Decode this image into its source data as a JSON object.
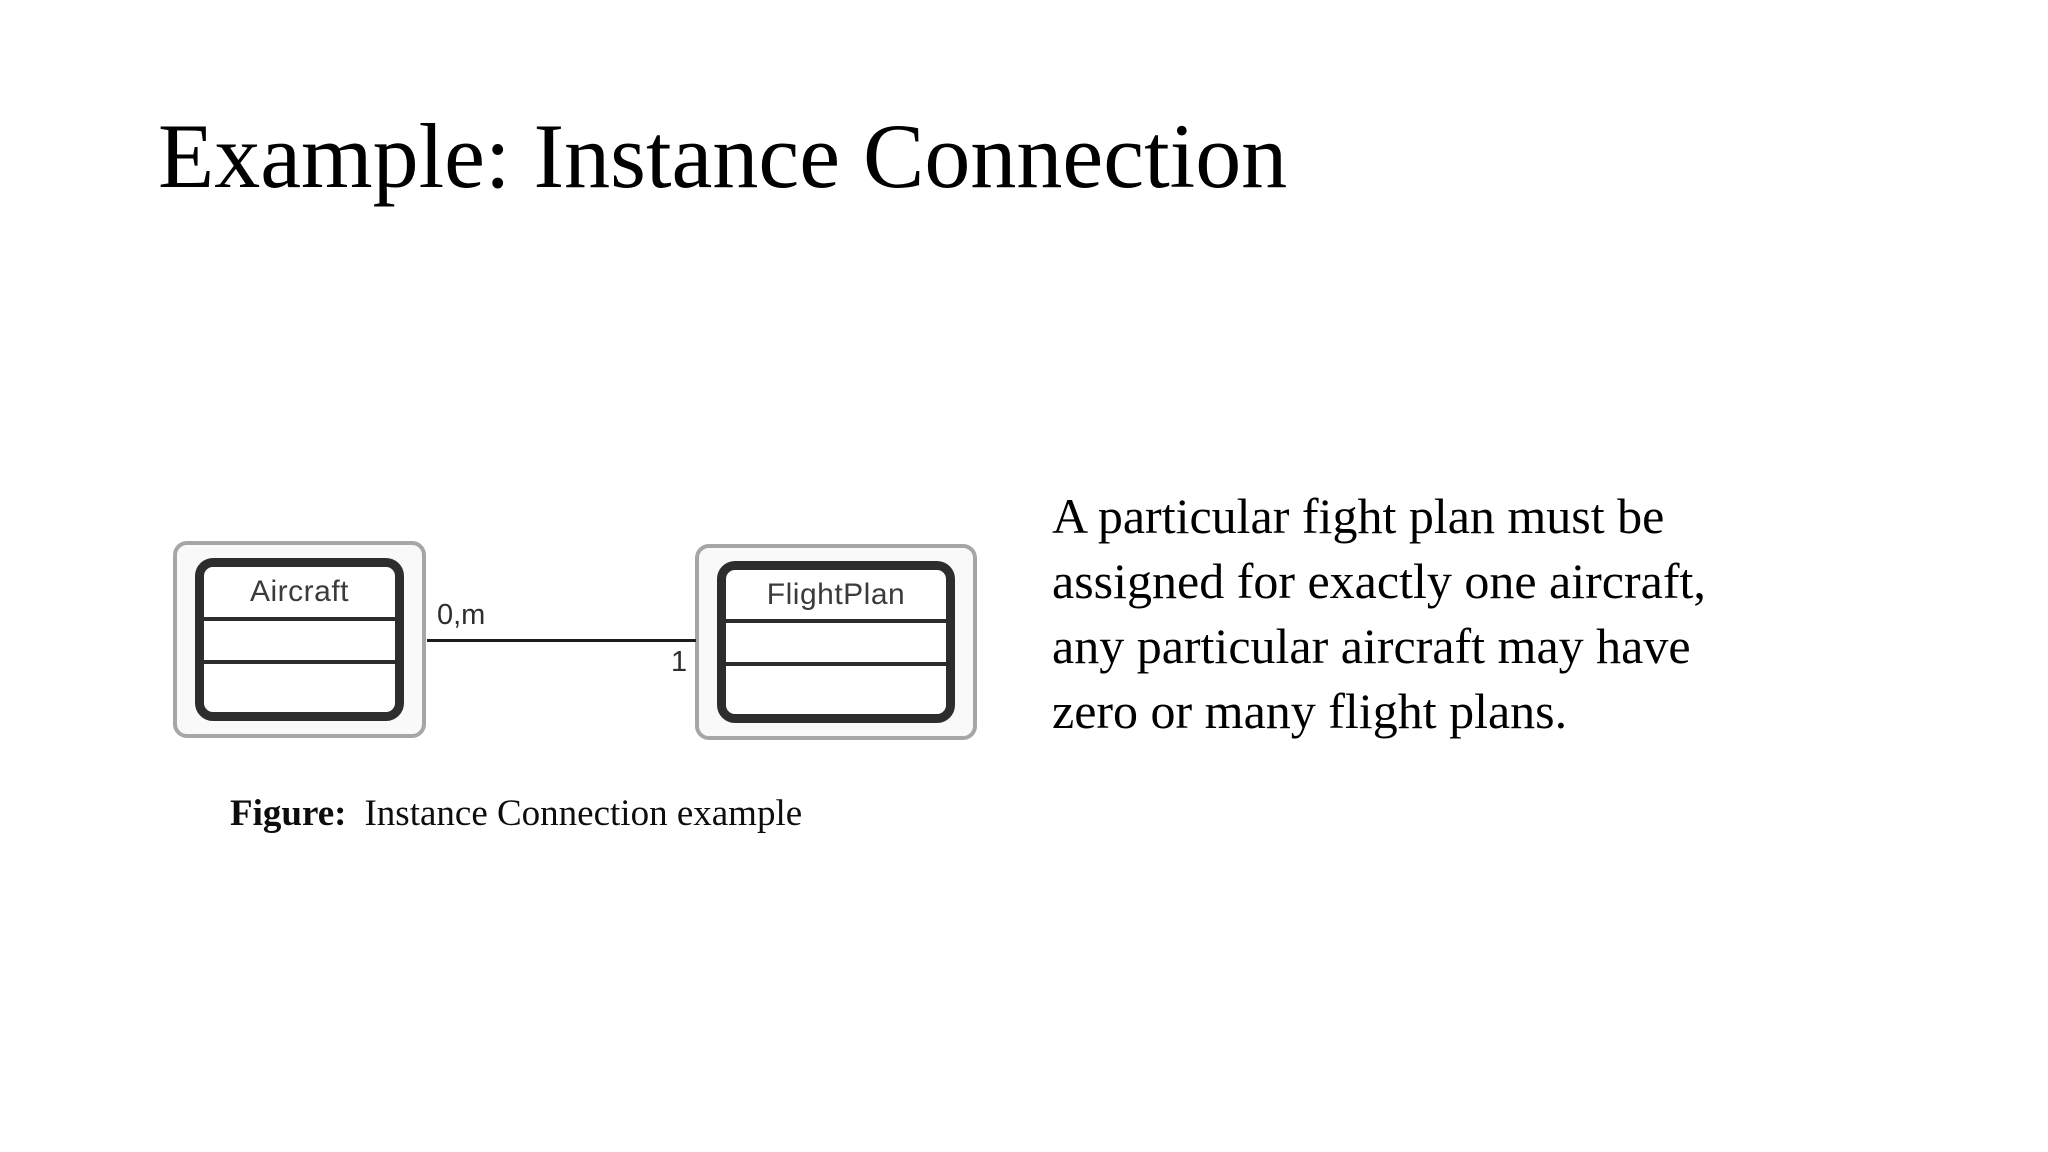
{
  "slide": {
    "title": "Example: Instance Connection"
  },
  "diagram": {
    "classes": [
      {
        "name": "Aircraft"
      },
      {
        "name": "FlightPlan"
      }
    ],
    "connection": {
      "from": "Aircraft",
      "to": "FlightPlan",
      "from_multiplicity": "0,m",
      "to_multiplicity": "1"
    },
    "caption_label": "Figure:",
    "caption_text": "Instance Connection example"
  },
  "body_text": {
    "lines": [
      "A particular fight plan must be",
      "assigned for exactly one aircraft,",
      "any particular aircraft may have",
      "zero or many flight plans."
    ]
  },
  "colors": {
    "background": "#ffffff",
    "title_text": "#000000",
    "outer_box_border": "#a6a6a6",
    "outer_box_fill": "#f9f9f9",
    "inner_box_border": "#2d2d2d",
    "connector_line": "#1c1c1c",
    "box_label_text": "#3b3b3b",
    "multiplicity_text": "#2e2e2e",
    "caption_text": "#0d0d0d",
    "body_text": "#000000"
  }
}
